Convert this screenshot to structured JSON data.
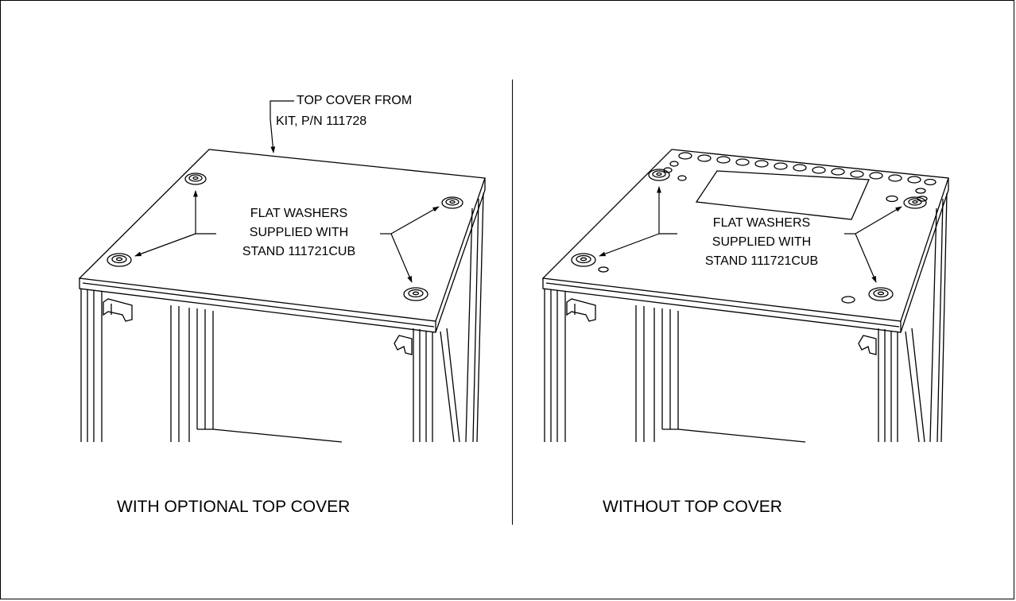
{
  "left_panel": {
    "cover_callout_line1": "TOP COVER FROM",
    "cover_callout_line2": "KIT, P/N 111728",
    "washer_callout_line1": "FLAT WASHERS",
    "washer_callout_line2": "SUPPLIED WITH",
    "washer_callout_line3": "STAND 111721CUB",
    "caption": "WITH OPTIONAL TOP COVER"
  },
  "right_panel": {
    "washer_callout_line1": "FLAT WASHERS",
    "washer_callout_line2": "SUPPLIED WITH",
    "washer_callout_line3": "STAND 111721CUB",
    "caption": "WITHOUT TOP COVER"
  }
}
